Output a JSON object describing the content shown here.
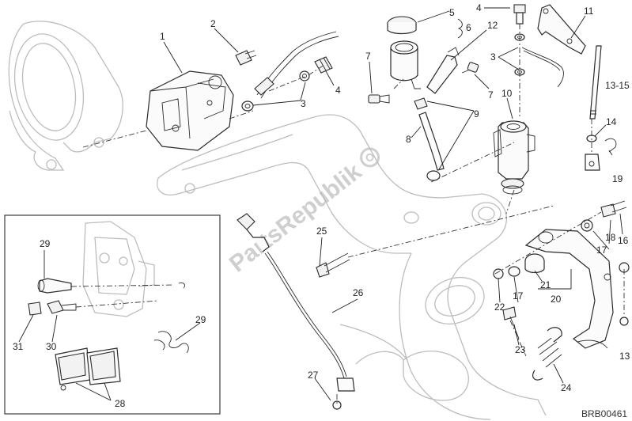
{
  "diagram": {
    "code": "BRB00461",
    "watermark": "PartsRepublik",
    "labels": [
      {
        "id": "1",
        "text": "1"
      },
      {
        "id": "2",
        "text": "2"
      },
      {
        "id": "3a",
        "text": "3"
      },
      {
        "id": "3b",
        "text": "3"
      },
      {
        "id": "4a",
        "text": "4"
      },
      {
        "id": "4b",
        "text": "4"
      },
      {
        "id": "5",
        "text": "5"
      },
      {
        "id": "6",
        "text": "6"
      },
      {
        "id": "7a",
        "text": "7"
      },
      {
        "id": "7b",
        "text": "7"
      },
      {
        "id": "8",
        "text": "8"
      },
      {
        "id": "9",
        "text": "9"
      },
      {
        "id": "10",
        "text": "10"
      },
      {
        "id": "11",
        "text": "11"
      },
      {
        "id": "12",
        "text": "12"
      },
      {
        "id": "13a",
        "text": "13-15"
      },
      {
        "id": "13b",
        "text": "13"
      },
      {
        "id": "14",
        "text": "14"
      },
      {
        "id": "16",
        "text": "16"
      },
      {
        "id": "17a",
        "text": "17"
      },
      {
        "id": "17b",
        "text": "17"
      },
      {
        "id": "18",
        "text": "18"
      },
      {
        "id": "19",
        "text": "19"
      },
      {
        "id": "20",
        "text": "20"
      },
      {
        "id": "21",
        "text": "21"
      },
      {
        "id": "22",
        "text": "22"
      },
      {
        "id": "23",
        "text": "23"
      },
      {
        "id": "24",
        "text": "24"
      },
      {
        "id": "25",
        "text": "25"
      },
      {
        "id": "26",
        "text": "26"
      },
      {
        "id": "27",
        "text": "27"
      },
      {
        "id": "28",
        "text": "28"
      },
      {
        "id": "29a",
        "text": "29"
      },
      {
        "id": "29b",
        "text": "29"
      },
      {
        "id": "30",
        "text": "30"
      },
      {
        "id": "31",
        "text": "31"
      }
    ]
  }
}
